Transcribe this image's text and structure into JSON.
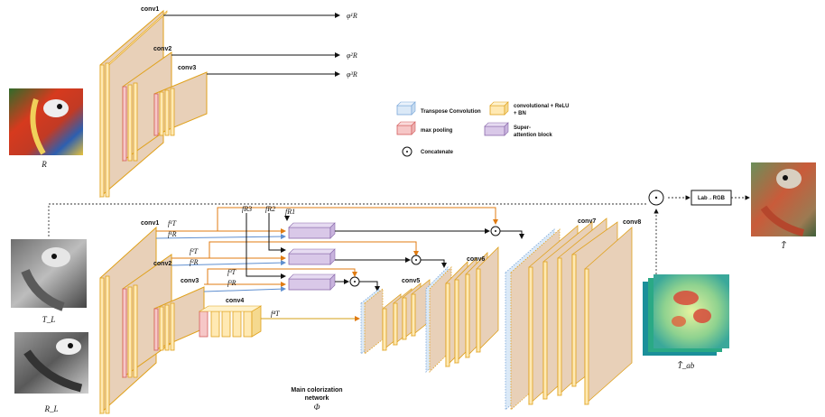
{
  "blocks": {
    "conv1_top": "conv1",
    "conv2_top": "conv2",
    "conv3_top": "conv3",
    "conv1": "conv1",
    "conv2": "conv2",
    "conv3": "conv3",
    "conv4": "conv4",
    "conv5": "conv5",
    "conv6": "conv6",
    "conv7": "conv7",
    "conv8": "conv8"
  },
  "outputs": {
    "phi1": "φ¹R",
    "phi2": "φ²R",
    "phi3": "φ³R"
  },
  "features": {
    "fT1": "f¹T",
    "fR1": "f¹R",
    "fT2": "f²T",
    "fR2": "f²R",
    "fT3": "f³T",
    "fR3": "f³R",
    "fT4": "f⁴T",
    "fR3b": "fR3",
    "fR2b": "fR2",
    "fR1b": "fR1"
  },
  "images": {
    "ref_label": "R",
    "target_label": "T_L",
    "refL_label": "R_L",
    "result_label": "T̂",
    "ab_label": "T̂_ab"
  },
  "legend": {
    "transpose": "Transpose Convolution",
    "conv": "convolutional + ReLU + BN",
    "conv_line1": "convolutional + ReLU",
    "conv_line2": "+ BN",
    "maxpool": "max pooling",
    "attention_line1": "Super-",
    "attention_line2": "attention block",
    "concat": "Concatenate"
  },
  "lab2rgb": "Lab→RGB",
  "network": {
    "line1": "Main colorization",
    "line2": "network",
    "symbol": "Φ"
  },
  "colors": {
    "conv_fill": "#ffe9b3",
    "conv_stroke": "#e0a11b",
    "block_face": "#e8d0b8",
    "pool_fill": "#f6c7c7",
    "pool_stroke": "#d45d5d",
    "transpose_fill": "#dbe9f7",
    "transpose_stroke": "#7aa7d9",
    "attention_fill": "#d9c8e8",
    "attention_stroke": "#8a6aab",
    "orange_arrow": "#e07b12",
    "blue_arrow": "#5f8fd0"
  }
}
